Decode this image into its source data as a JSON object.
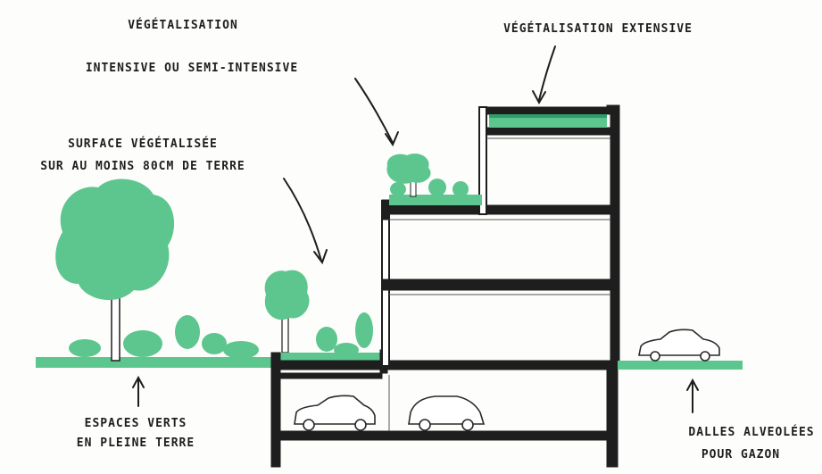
{
  "labels": {
    "intensive_l1": "VÉGÉTALISATION",
    "intensive_l2": "INTENSIVE OU SEMI-INTENSIVE",
    "extensive": "VÉGÉTALISATION EXTENSIVE",
    "surface_l1": "SURFACE VÉGÉTALISÉE",
    "surface_l2": "SUR AU MOINS 80CM DE TERRE",
    "espaces_l1": "ESPACES VERTS",
    "espaces_l2": "EN PLEINE TERRE",
    "dalles_l1": "DALLES ALVEOLÉES",
    "dalles_l2": "POUR GAZON"
  },
  "colors": {
    "vegetation": "#5cc68e",
    "vegetation_dark": "#2f9e6a",
    "structure": "#1e1e1e",
    "car_outline": "#2a2a2a"
  },
  "icons": [
    "tree-icon",
    "bush-icon",
    "car-icon",
    "arrow-icon"
  ]
}
